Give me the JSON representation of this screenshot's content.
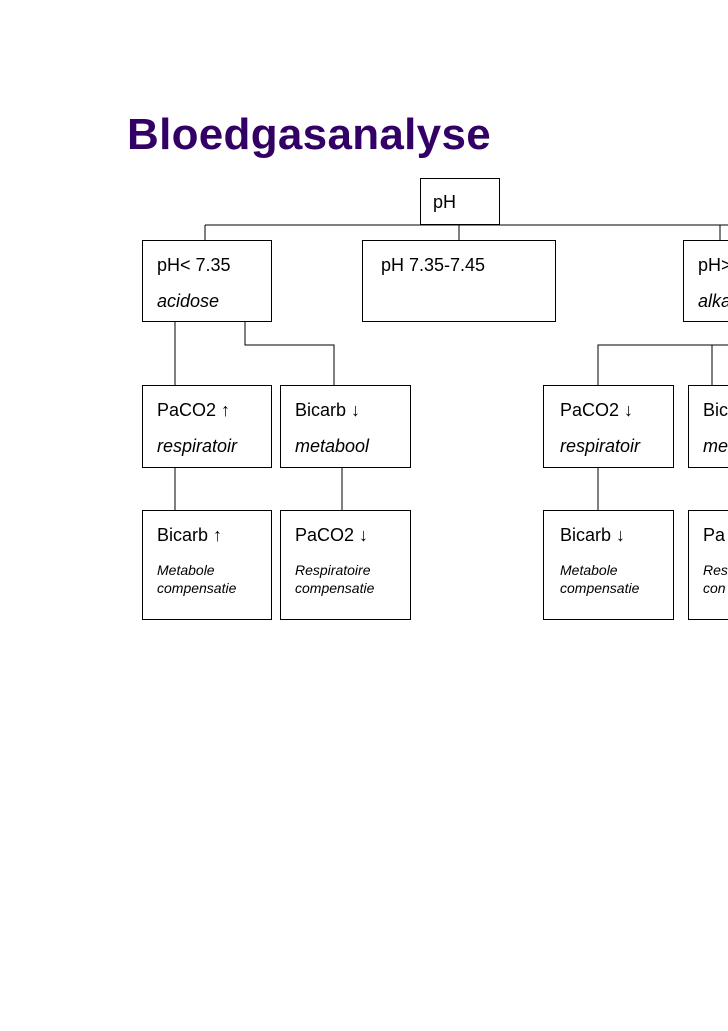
{
  "title": "Bloedgasanalyse",
  "root": {
    "label": "pH"
  },
  "level1": [
    {
      "label": "pH< 7.35",
      "sub": "acidose"
    },
    {
      "label": "pH 7.35-7.45",
      "sub": ""
    },
    {
      "label": "pH>",
      "sub": "alka"
    }
  ],
  "level2": [
    {
      "label": "PaCO2 ↑",
      "sub": "respiratoir"
    },
    {
      "label": "Bicarb ↓",
      "sub": "metabool"
    },
    {
      "label": "PaCO2 ↓",
      "sub": "respiratoir"
    },
    {
      "label": "Bic",
      "sub": "me"
    }
  ],
  "level3": [
    {
      "label": "Bicarb ↑",
      "sub1": "Metabole",
      "sub2": "compensatie"
    },
    {
      "label": "PaCO2 ↓",
      "sub1": "Respiratoire",
      "sub2": "compensatie"
    },
    {
      "label": "Bicarb ↓",
      "sub1": "Metabole",
      "sub2": "compensatie"
    },
    {
      "label": "Pa",
      "sub1": "Res",
      "sub2": "con"
    }
  ],
  "colors": {
    "title": "#330066",
    "line": "#000000"
  }
}
